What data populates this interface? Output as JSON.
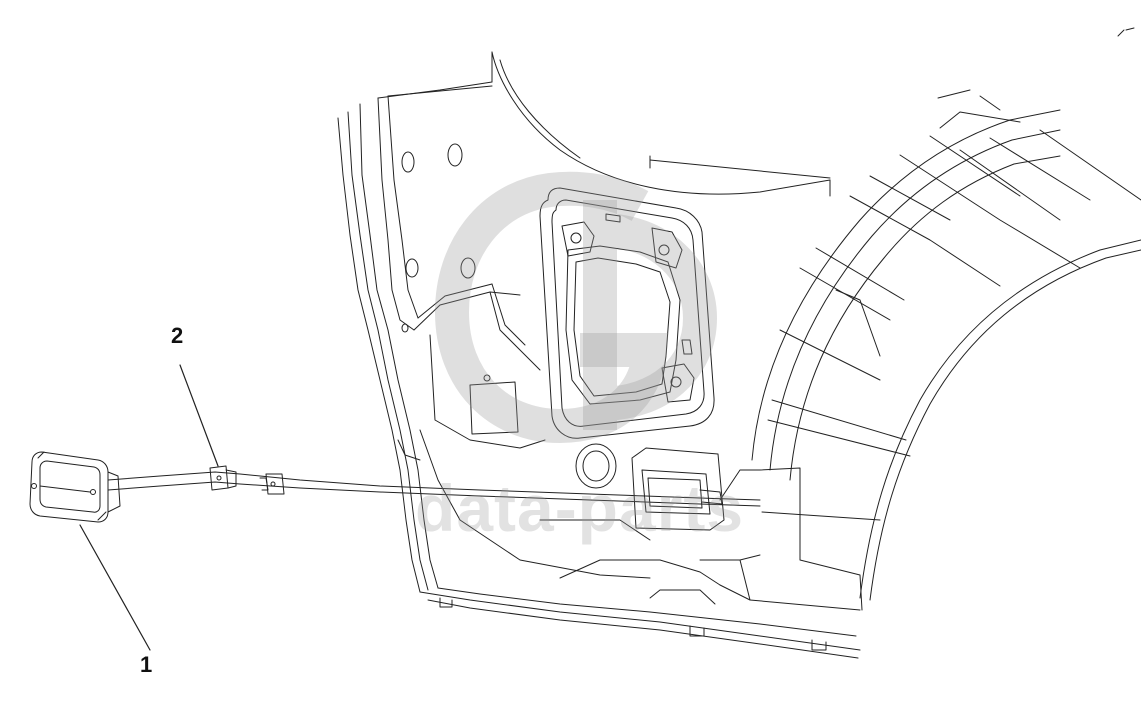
{
  "diagram": {
    "callouts": [
      {
        "id": "1",
        "label": "1",
        "part": "lamp-housing"
      },
      {
        "id": "2",
        "label": "2",
        "part": "wire-connector"
      }
    ],
    "watermark": {
      "logo": "GD",
      "text": "data-parts"
    },
    "colors": {
      "line": "#222222",
      "watermark": "#9a9a9a"
    }
  }
}
